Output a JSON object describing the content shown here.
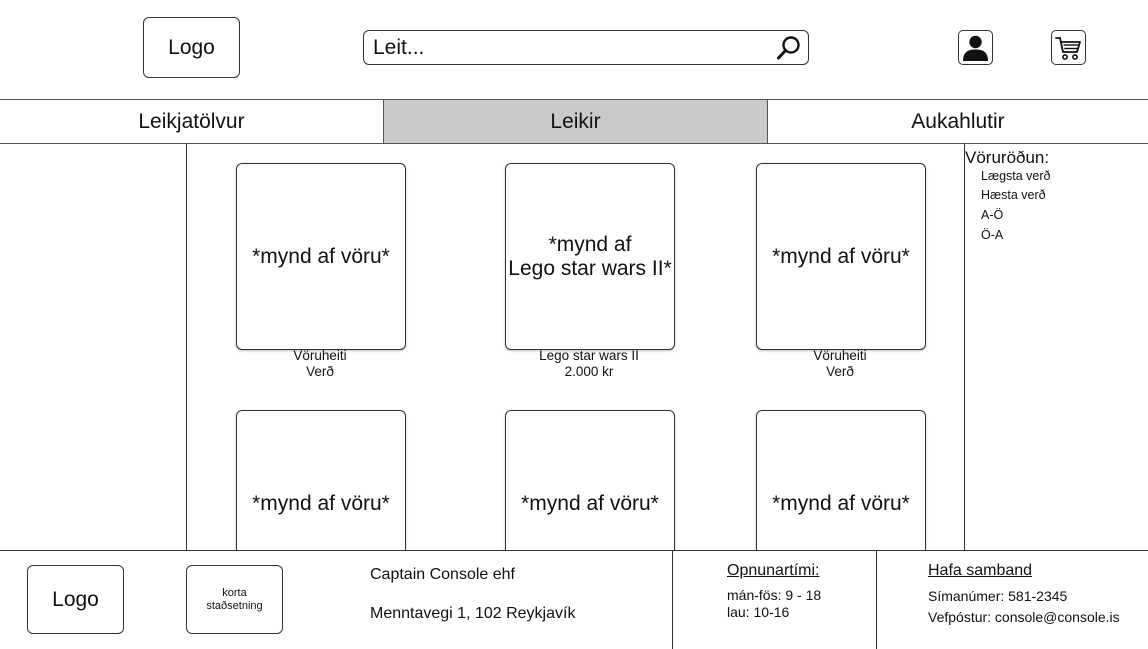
{
  "header": {
    "logo": "Logo",
    "search": {
      "placeholder": "Leit..."
    },
    "icons": {
      "search": "search-icon",
      "user": "user-icon",
      "cart": "cart-icon"
    }
  },
  "nav": {
    "tabs": [
      {
        "label": "Leikjatölvur",
        "active": false
      },
      {
        "label": "Leikir",
        "active": true
      },
      {
        "label": "Aukahlutir",
        "active": false
      }
    ],
    "active_color": "#ccc9c9"
  },
  "products": [
    {
      "image_text": "*mynd af vöru*",
      "name": "Vöruheiti",
      "price": "Verð"
    },
    {
      "image_text": "*mynd af\nLego star wars II*",
      "name": "Lego star wars II",
      "price": "2.000 kr"
    },
    {
      "image_text": "*mynd af vöru*",
      "name": "Vöruheiti",
      "price": "Verð"
    },
    {
      "image_text": "*mynd af vöru*"
    },
    {
      "image_text": "*mynd af vöru*"
    },
    {
      "image_text": "*mynd af vöru*"
    }
  ],
  "sort": {
    "title": "Vöruröðun:",
    "options": [
      "Lægsta verð",
      "Hæsta verð",
      "A-Ö",
      "Ö-A"
    ]
  },
  "footer": {
    "logo": "Logo",
    "map_label": "korta\nstaðsetning",
    "company": "Captain Console ehf",
    "address": "Menntavegi 1, 102 Reykjavík",
    "hours_title": "Opnunartími:",
    "hours": [
      "mán-fös: 9 - 18",
      "lau: 10-16"
    ],
    "contact_title": "Hafa samband",
    "phone": "Símanúmer: 581-2345",
    "email": "Vefpóstur: console@console.is"
  }
}
